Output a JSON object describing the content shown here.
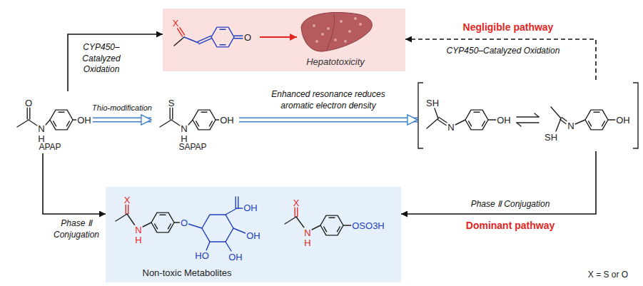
{
  "diagram": {
    "nodes": [
      {
        "text": [
          "Hepatotoxicity"
        ]
      },
      {
        "text": [
          "X",
          "O"
        ],
        "in": 0
      },
      {
        "text": [
          "O",
          "N",
          "H",
          "OH",
          "APAP"
        ]
      },
      {
        "text": [
          "S",
          "N",
          "H",
          "OH",
          "SAPAP"
        ]
      },
      {
        "text": [
          "SH",
          "N",
          "OH",
          "SH",
          "N",
          "OH"
        ]
      },
      {
        "text": [
          "Non-toxic Metabolites"
        ]
      },
      {
        "text": [
          "X",
          "N",
          "H",
          "O",
          "OH",
          "HO",
          "OH",
          "OH"
        ],
        "in": 5
      },
      {
        "text": [
          "X",
          "N",
          "H",
          "OSO3H"
        ],
        "in": 5
      }
    ],
    "edges": [
      {
        "from": 2,
        "to": 0,
        "label": "CYP450– Catalyzed Oxidation",
        "arrow": "to"
      },
      {
        "from": 4,
        "to": 0,
        "label": "CYP450–Catalyzed Oxidation",
        "arrow": "to"
      },
      {
        "from": 2,
        "to": 3,
        "label": "Thio-modification",
        "arrow": "to"
      },
      {
        "from": 3,
        "to": 4,
        "label": "Enhanced resonance reduces aromatic electron density",
        "arrow": "to"
      },
      {
        "from": 2,
        "to": 5,
        "label": "Phase Ⅱ Conjugation",
        "arrow": "to"
      },
      {
        "from": 4,
        "to": 5,
        "label": "Phase Ⅱ Conjugation",
        "arrow": "to"
      }
    ],
    "labels": [
      "Negligible pathway",
      "Dominant pathway",
      "X = S or O"
    ]
  }
}
